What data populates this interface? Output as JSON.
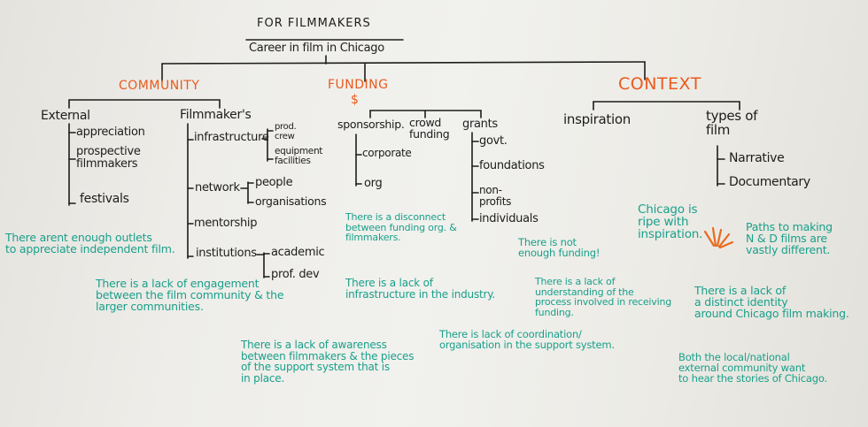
{
  "board": {
    "title": "FOR FILMMAKERS",
    "subtitle": "Career in film in Chicago",
    "branches": {
      "community": "COMMUNITY",
      "funding": "FUNDING",
      "funding_symbol": "$",
      "context": "CONTEXT"
    },
    "community": {
      "external": {
        "label": "External",
        "items": [
          "appreciation",
          "prospective\nfilmmakers",
          "festivals"
        ]
      },
      "filmmakers": {
        "label": "Filmmaker's",
        "infrastructure": "infrastructure",
        "infra_sub": [
          "prod.\ncrew",
          "equipment\nfacilities"
        ],
        "network": "network",
        "network_sub": [
          "people",
          "organisations"
        ],
        "mentorship": "mentorship",
        "institutions": "institutions",
        "institutions_sub": [
          "academic",
          "prof. dev"
        ]
      }
    },
    "funding": {
      "sponsorship": "sponsorship.",
      "sponsorship_sub": [
        "corporate",
        "org"
      ],
      "crowd_funding": "crowd\nfunding",
      "grants": "grants",
      "grants_sub": [
        "govt.",
        "foundations",
        "non-\nprofits",
        "individuals"
      ]
    },
    "context": {
      "inspiration": "inspiration",
      "types_of_film": "types of\nfilm",
      "types_sub": [
        "Narrative",
        "Documentary"
      ]
    },
    "notes": [
      "There arent enough outlets\nto appreciate independent film.",
      "There is a lack of engagement\nbetween the film community & the\nlarger communities.",
      "There is a lack of awareness\nbetween filmmakers & the pieces\nof the support system that is\nin place.",
      "There is a disconnect\nbetween funding org. &\nfilmmakers.",
      "There is a lack of\ninfrastructure in the industry.",
      "There is not\nenough funding!",
      "There is a lack of\nunderstanding of the\nprocess involved in receiving\nfunding.",
      "There is lack of coordination/\norganisation in the support system.",
      "Chicago is\nripe with\ninspiration.",
      "Paths to making\nN & D films are\nvastly different.",
      "There is a lack of\na distinct identity\naround Chicago film making.",
      "Both the local/national\nexternal community want\nto hear the stories of Chicago."
    ],
    "colors": {
      "board": "#eeede9",
      "marker_black": "#1d1d1d",
      "marker_orange": "#ea5a1c",
      "marker_green": "#19a08a"
    }
  }
}
